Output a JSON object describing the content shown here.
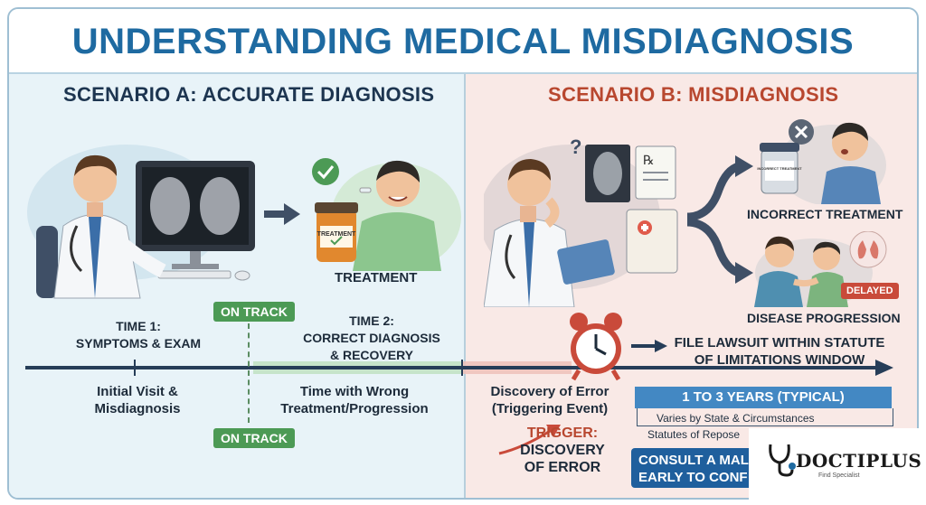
{
  "title": "UNDERSTANDING MEDICAL MISDIAGNOSIS",
  "scenario_a": {
    "heading": "SCENARIO A: ACCURATE DIAGNOSIS",
    "bottle_label": "TREATMENT",
    "treatment_label": "TREATMENT",
    "on_track_top": "ON TRACK",
    "on_track_bottom": "ON TRACK",
    "time1_line1": "TIME 1:",
    "time1_line2": "SYMPTOMS & EXAM",
    "time2_line1": "TIME 2:",
    "time2_line2": "CORRECT DIAGNOSIS",
    "time2_line3": "& RECOVERY"
  },
  "scenario_b": {
    "heading": "SCENARIO B: MISDIAGNOSIS",
    "bottle_label": "INCORRECT TREATMENT",
    "incorrect_label": "INCORRECT TREATMENT",
    "progression_label": "DISEASE PROGRESSION",
    "delayed_badge": "DELAYED",
    "lawsuit_bold": "FILE LAWSUIT",
    "lawsuit_rest": " WITHIN STATUTE",
    "lawsuit_line2": "OF LIMITATIONS WINDOW"
  },
  "timeline": {
    "initial_line1": "Initial Visit &",
    "initial_line2": "Misdiagnosis",
    "wrong_line1": "Time with Wrong",
    "wrong_line2": "Treatment/Progression",
    "discovery_line1": "Discovery of Error",
    "discovery_line2": "(Triggering Event)",
    "years_bar": "1 TO 3 YEARS (TYPICAL)",
    "years_note": "Varies by State & Circumstances",
    "repose": "Statutes of Repose",
    "trigger_label": "TRIGGER:",
    "trigger_line2": "DISCOVERY",
    "trigger_line3": "OF ERROR",
    "consult_line1": "CONSULT A MAL",
    "consult_line2": "EARLY TO CONF"
  },
  "logo": {
    "name": "DOCTIPLUS",
    "tagline": "Find Specialist"
  },
  "colors": {
    "title_blue": "#1e6aa1",
    "scenario_a_heading": "#1d3550",
    "scenario_b_heading": "#b8472f",
    "on_track_green": "#4c9a55",
    "delayed_red": "#c94a3a",
    "years_bar_blue": "#4388c3"
  }
}
